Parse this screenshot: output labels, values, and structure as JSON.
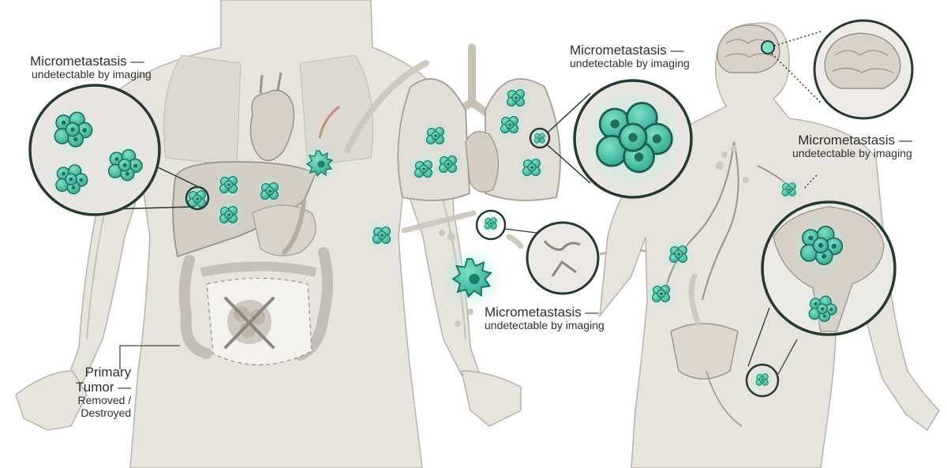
{
  "labels": {
    "micro_liver": {
      "title": "Micrometastasis —",
      "sub": "undetectable by imaging"
    },
    "micro_lung": {
      "title": "Micrometastasis —",
      "sub": "undetectable by imaging"
    },
    "micro_brain": {
      "title": "Micrometastasis —",
      "sub": "undetectable by imaging"
    },
    "micro_blood": {
      "title": "Micrometastasis —",
      "sub": "undetectable by imaging"
    },
    "primary": {
      "line1": "Primary",
      "line2": "Tumor —",
      "line3": "Removed /",
      "line4": "Destroyed"
    }
  },
  "colors": {
    "background": "#ffffff",
    "body": "#e7e3dd",
    "organ": "#d8d2ca",
    "outline": "#9a9389",
    "cell": "#4fc9b0",
    "cell_dark": "#1e8f7a",
    "glow": "#a8efe0",
    "ring": "#243a33",
    "text": "#2f2f2a"
  },
  "icons": [
    "tumor-cluster-icon",
    "circulating-cell-icon",
    "brain-icon",
    "removed-tumor-x-icon",
    "magnifier-ring-icon"
  ]
}
